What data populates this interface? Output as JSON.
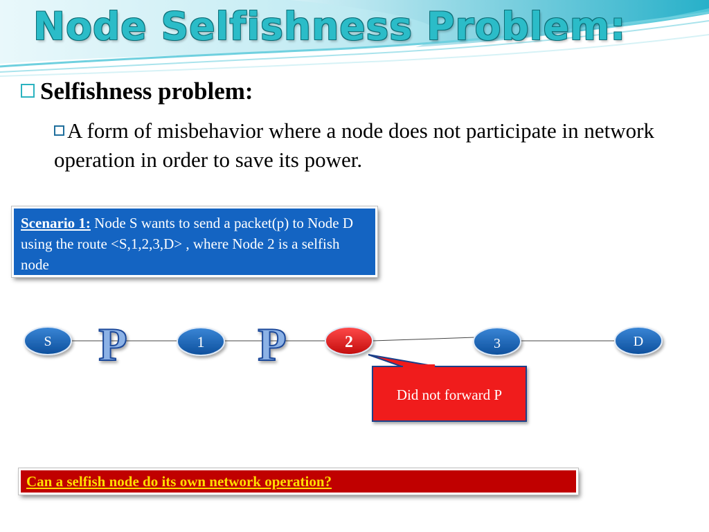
{
  "title": "Node Selfishness Problem:",
  "bullet1": "Selfishness problem:",
  "bullet2": "A form of misbehavior  where a node does not participate in network operation in order to save its power.",
  "scenario": {
    "label": "Scenario 1:",
    "text": " Node S wants to send a packet(p) to Node D using the route <S,1,2,3,D> , where Node 2 is a selfish node"
  },
  "diagram": {
    "nodes": [
      "S",
      "1",
      "2",
      "3",
      "D"
    ],
    "selfish_node": "2",
    "packet_label": "P",
    "callout": "Did not forward P",
    "colors": {
      "node_fill": "#1261b5",
      "selfish_fill": "#e8141a",
      "callout_fill": "#f01b1b",
      "packet_fill": "#7da7de"
    }
  },
  "question": "Can a selfish node  do its own network operation?"
}
